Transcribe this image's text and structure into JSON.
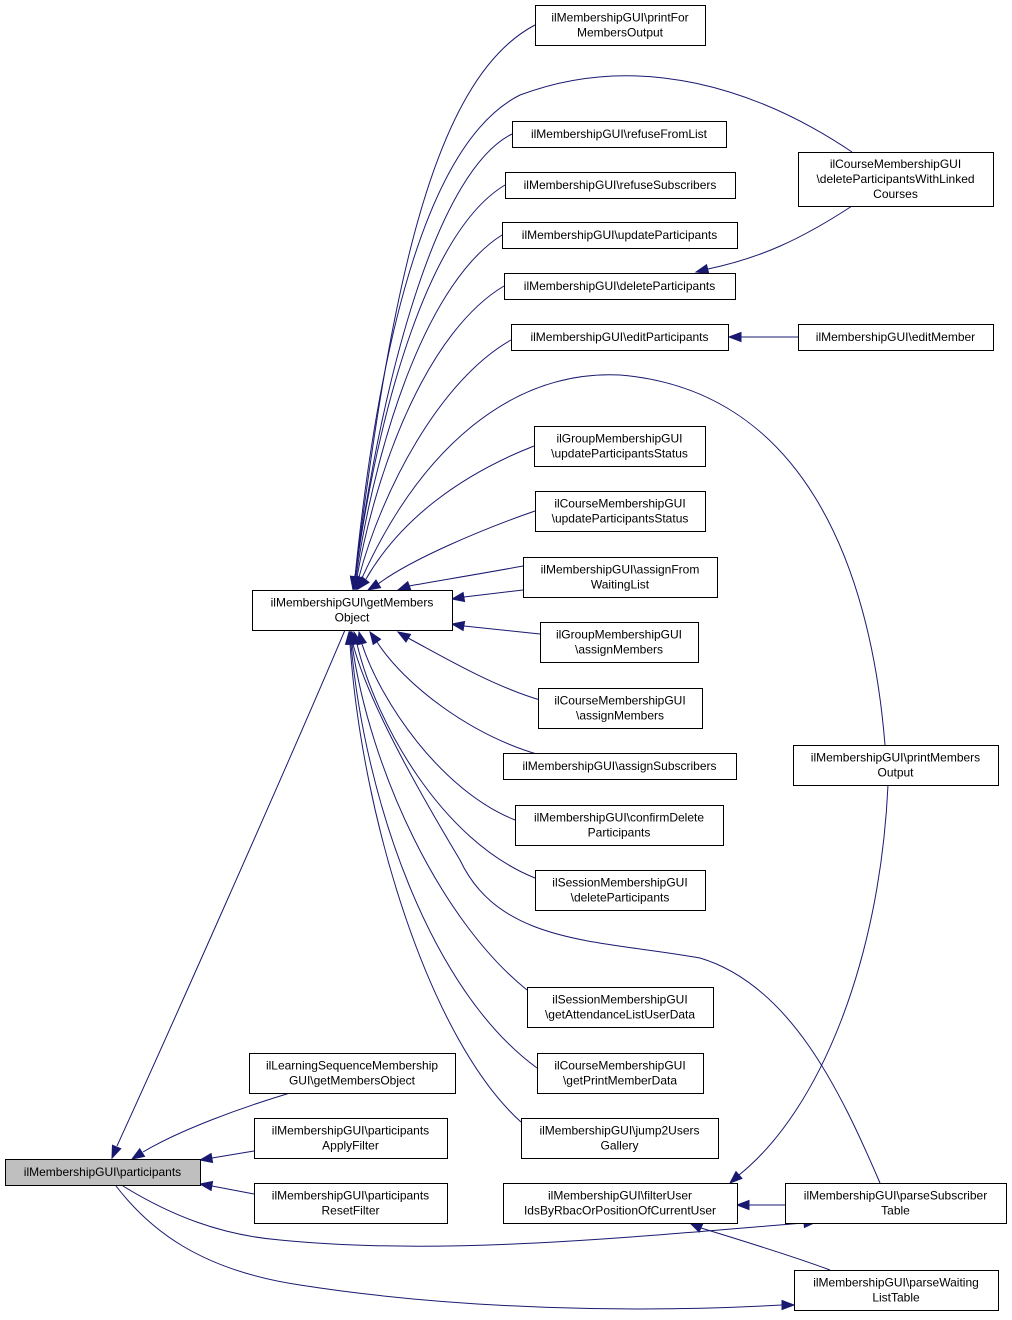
{
  "diagram": {
    "type": "call-graph",
    "nodes": [
      {
        "id": "participants",
        "lines": [
          "ilMembershipGUI\\participants"
        ],
        "highlight": true
      },
      {
        "id": "getMembersObject",
        "lines": [
          "ilMembershipGUI\\getMembers",
          "Object"
        ]
      },
      {
        "id": "lsGetMembersObject",
        "lines": [
          "ilLearningSequenceMembership",
          "GUI\\getMembersObject"
        ]
      },
      {
        "id": "participantsApplyFilter",
        "lines": [
          "ilMembershipGUI\\participants",
          "ApplyFilter"
        ]
      },
      {
        "id": "participantsResetFilter",
        "lines": [
          "ilMembershipGUI\\participants",
          "ResetFilter"
        ]
      },
      {
        "id": "printForMembersOutput",
        "lines": [
          "ilMembershipGUI\\printFor",
          "MembersOutput"
        ]
      },
      {
        "id": "refuseFromList",
        "lines": [
          "ilMembershipGUI\\refuseFromList"
        ]
      },
      {
        "id": "refuseSubscribers",
        "lines": [
          "ilMembershipGUI\\refuseSubscribers"
        ]
      },
      {
        "id": "updateParticipants",
        "lines": [
          "ilMembershipGUI\\updateParticipants"
        ]
      },
      {
        "id": "deleteParticipants",
        "lines": [
          "ilMembershipGUI\\deleteParticipants"
        ]
      },
      {
        "id": "editParticipants",
        "lines": [
          "ilMembershipGUI\\editParticipants"
        ]
      },
      {
        "id": "grpUpdateParticipantsStatus",
        "lines": [
          "ilGroupMembershipGUI",
          "\\updateParticipantsStatus"
        ]
      },
      {
        "id": "crsUpdateParticipantsStatus",
        "lines": [
          "ilCourseMembershipGUI",
          "\\updateParticipantsStatus"
        ]
      },
      {
        "id": "assignFromWaitingList",
        "lines": [
          "ilMembershipGUI\\assignFrom",
          "WaitingList"
        ]
      },
      {
        "id": "grpAssignMembers",
        "lines": [
          "ilGroupMembershipGUI",
          "\\assignMembers"
        ]
      },
      {
        "id": "crsAssignMembers",
        "lines": [
          "ilCourseMembershipGUI",
          "\\assignMembers"
        ]
      },
      {
        "id": "assignSubscribers",
        "lines": [
          "ilMembershipGUI\\assignSubscribers"
        ]
      },
      {
        "id": "confirmDeleteParticipants",
        "lines": [
          "ilMembershipGUI\\confirmDelete",
          "Participants"
        ]
      },
      {
        "id": "sessDeleteParticipants",
        "lines": [
          "ilSessionMembershipGUI",
          "\\deleteParticipants"
        ]
      },
      {
        "id": "sessGetAttendanceListUserData",
        "lines": [
          "ilSessionMembershipGUI",
          "\\getAttendanceListUserData"
        ]
      },
      {
        "id": "crsGetPrintMemberData",
        "lines": [
          "ilCourseMembershipGUI",
          "\\getPrintMemberData"
        ]
      },
      {
        "id": "jump2UsersGallery",
        "lines": [
          "ilMembershipGUI\\jump2Users",
          "Gallery"
        ]
      },
      {
        "id": "filterUserIds",
        "lines": [
          "ilMembershipGUI\\filterUser",
          "IdsByRbacOrPositionOfCurrentUser"
        ]
      },
      {
        "id": "crsDeleteParticipantsWithLinkedCourses",
        "lines": [
          "ilCourseMembershipGUI",
          "\\deleteParticipantsWithLinked",
          "Courses"
        ]
      },
      {
        "id": "editMember",
        "lines": [
          "ilMembershipGUI\\editMember"
        ]
      },
      {
        "id": "printMembersOutput",
        "lines": [
          "ilMembershipGUI\\printMembers",
          "Output"
        ]
      },
      {
        "id": "parseSubscriberTable",
        "lines": [
          "ilMembershipGUI\\parseSubscriber",
          "Table"
        ]
      },
      {
        "id": "parseWaitingListTable",
        "lines": [
          "ilMembershipGUI\\parseWaiting",
          "ListTable"
        ]
      }
    ],
    "edges": [
      {
        "from": "getMembersObject",
        "to": "participants"
      },
      {
        "from": "lsGetMembersObject",
        "to": "participants"
      },
      {
        "from": "participantsApplyFilter",
        "to": "participants"
      },
      {
        "from": "participantsResetFilter",
        "to": "participants"
      },
      {
        "from": "parseSubscriberTable",
        "to": "participants"
      },
      {
        "from": "parseWaitingListTable",
        "to": "participants"
      },
      {
        "from": "printForMembersOutput",
        "to": "getMembersObject"
      },
      {
        "from": "crsDeleteParticipantsWithLinkedCourses",
        "to": "getMembersObject"
      },
      {
        "from": "refuseFromList",
        "to": "getMembersObject"
      },
      {
        "from": "refuseSubscribers",
        "to": "getMembersObject"
      },
      {
        "from": "updateParticipants",
        "to": "getMembersObject"
      },
      {
        "from": "deleteParticipants",
        "to": "getMembersObject"
      },
      {
        "from": "editParticipants",
        "to": "getMembersObject"
      },
      {
        "from": "printMembersOutput",
        "to": "getMembersObject"
      },
      {
        "from": "grpUpdateParticipantsStatus",
        "to": "getMembersObject"
      },
      {
        "from": "crsUpdateParticipantsStatus",
        "to": "getMembersObject"
      },
      {
        "from": "assignFromWaitingList",
        "to": "getMembersObject"
      },
      {
        "from": "grpAssignMembers",
        "to": "getMembersObject"
      },
      {
        "from": "crsAssignMembers",
        "to": "getMembersObject"
      },
      {
        "from": "assignSubscribers",
        "to": "getMembersObject"
      },
      {
        "from": "confirmDeleteParticipants",
        "to": "getMembersObject"
      },
      {
        "from": "sessDeleteParticipants",
        "to": "getMembersObject"
      },
      {
        "from": "parseSubscriberTable",
        "to": "getMembersObject"
      },
      {
        "from": "sessGetAttendanceListUserData",
        "to": "getMembersObject"
      },
      {
        "from": "crsGetPrintMemberData",
        "to": "getMembersObject"
      },
      {
        "from": "jump2UsersGallery",
        "to": "getMembersObject"
      },
      {
        "from": "filterUserIds",
        "to": "getMembersObject"
      },
      {
        "from": "crsDeleteParticipantsWithLinkedCourses",
        "to": "deleteParticipants"
      },
      {
        "from": "editMember",
        "to": "editParticipants"
      },
      {
        "from": "printMembersOutput",
        "to": "filterUserIds"
      },
      {
        "from": "parseSubscriberTable",
        "to": "filterUserIds"
      },
      {
        "from": "parseWaitingListTable",
        "to": "filterUserIds"
      }
    ]
  }
}
